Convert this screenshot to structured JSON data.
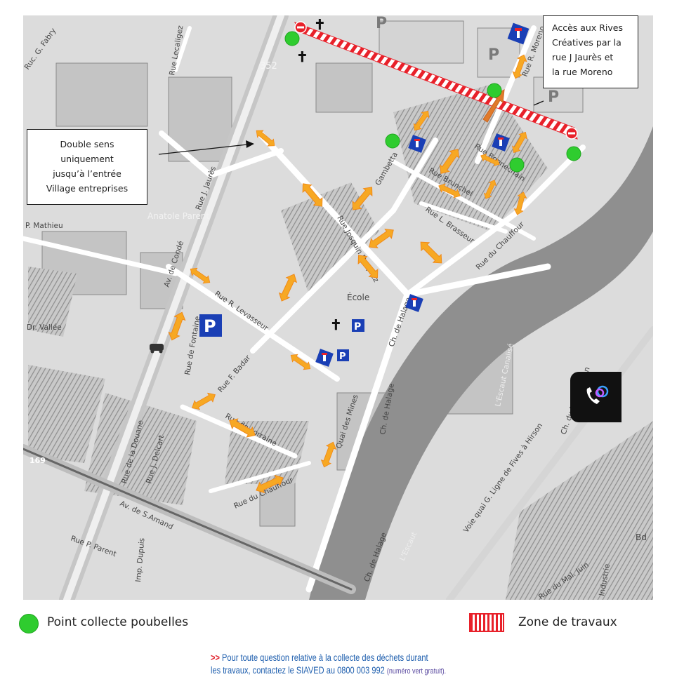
{
  "callouts": {
    "double_sens": [
      "Double sens",
      "uniquement",
      "jusqu’à l’entrée",
      "Village entreprises"
    ],
    "acces_rives": [
      "Accès aux Rives",
      "Créatives par la",
      "rue J Jaurès et",
      "la rue Moreno"
    ]
  },
  "streets": {
    "fabry": "Ruc. G. Fabry",
    "lecaligez": "Rue Lecaligez",
    "jaures": "Rue J. Jaurès",
    "moreno": "Rue R. Moreno",
    "gambetta": "Gambetta",
    "bonnechain": "Rue Bonnechain",
    "brunchel": "Rue Brunchel",
    "brasseur": "Rue L. Brasseur",
    "chauffour_n": "Rue du Chauffour",
    "josquin": "Rue Josquin Desprez",
    "ecole": "École",
    "halage1": "Ch. de Halage",
    "halage2": "Ch. de Halage",
    "halage3": "Ch. de Halage",
    "quai": "Quai des Mines",
    "levasseur": "Rue R. Levasseur",
    "badar": "Rue F. Badar",
    "fontaine": "Rue de Fontaine",
    "lorraine": "Rue de Lorraine",
    "conde": "Av. de Condé",
    "mathieu": "P. Mathieu",
    "vallee": "Dr. Vallée",
    "delcart": "Rue J. Delcart",
    "douane": "Rue de la Douane",
    "chauffour_s": "Rue du Chauffour",
    "amand": "Av. de S.Amand",
    "parent": "Rue P. Parent",
    "dupuis": "Imp. Dupuis",
    "escaut": "L'Escaut Canalisé",
    "noir_mouton": "Ch. du Noir Mouton",
    "fives": "Voie quai G. Ligne de Fives à Hirson",
    "mal_juin": "Rue du Mal. Juin",
    "bd": "Bd",
    "industrie": "Industrie",
    "anatole": "Anatole Parent",
    "route_169": "169",
    "route_352": "352",
    "escaut2": "L'Escaut"
  },
  "map_symbols": {
    "parking": "P",
    "cross": "✝"
  },
  "legend": {
    "collection_point": "Point collecte poubelles",
    "works_zone": "Zone de travaux"
  },
  "footer": {
    "marker": ">>",
    "line1": "Pour toute question relative à la collecte des déchets durant",
    "line2": "les travaux, contactez le SIAVED au 0800 003 992",
    "note": "(numéro vert gratuit)."
  },
  "colors": {
    "collection_point": "#2fcc2f",
    "works_zone": "#e8212a",
    "arrow": "#f7a823",
    "sign_blue": "#1a3fb5"
  }
}
